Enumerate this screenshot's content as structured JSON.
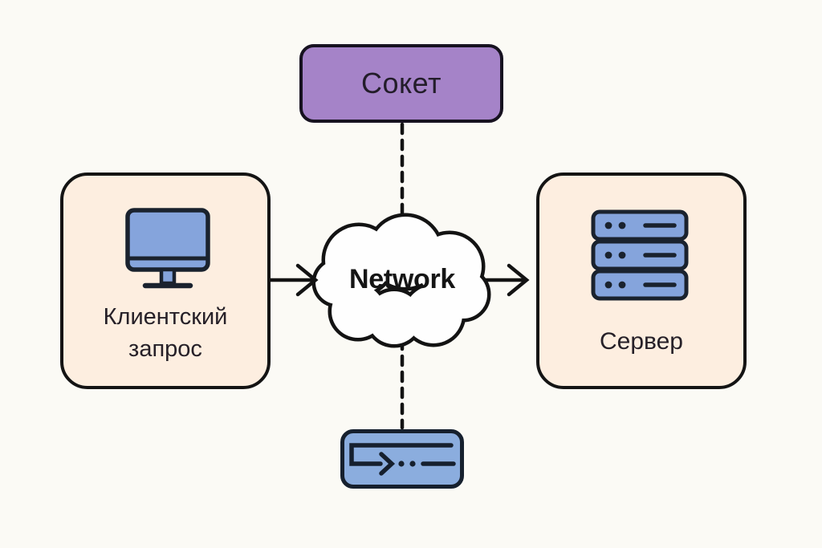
{
  "diagram": {
    "nodes": {
      "socket": {
        "label": "Сокет"
      },
      "client": {
        "label": "Клиентский запрос",
        "icon": "monitor-icon"
      },
      "network": {
        "label": "Network",
        "shape": "cloud"
      },
      "server": {
        "label": "Сервер",
        "icon": "server-stack-icon"
      },
      "socket_flow": {
        "label": "",
        "icon": "redirect-arrow-icon"
      }
    },
    "connectors": [
      {
        "from": "socket",
        "to": "network",
        "style": "dashed"
      },
      {
        "from": "client",
        "to": "network",
        "style": "solid-arrow"
      },
      {
        "from": "network",
        "to": "server",
        "style": "solid-arrow"
      },
      {
        "from": "network",
        "to": "socket_flow",
        "style": "dashed"
      }
    ],
    "colors": {
      "background": "#fbfaf5",
      "socket_fill": "#a583c8",
      "client_server_fill": "#fdeee0",
      "flow_fill": "#8badde",
      "icon_fill": "#85a4dc",
      "stroke_dark": "#141414",
      "cloud_fill": "#fefefe"
    }
  }
}
